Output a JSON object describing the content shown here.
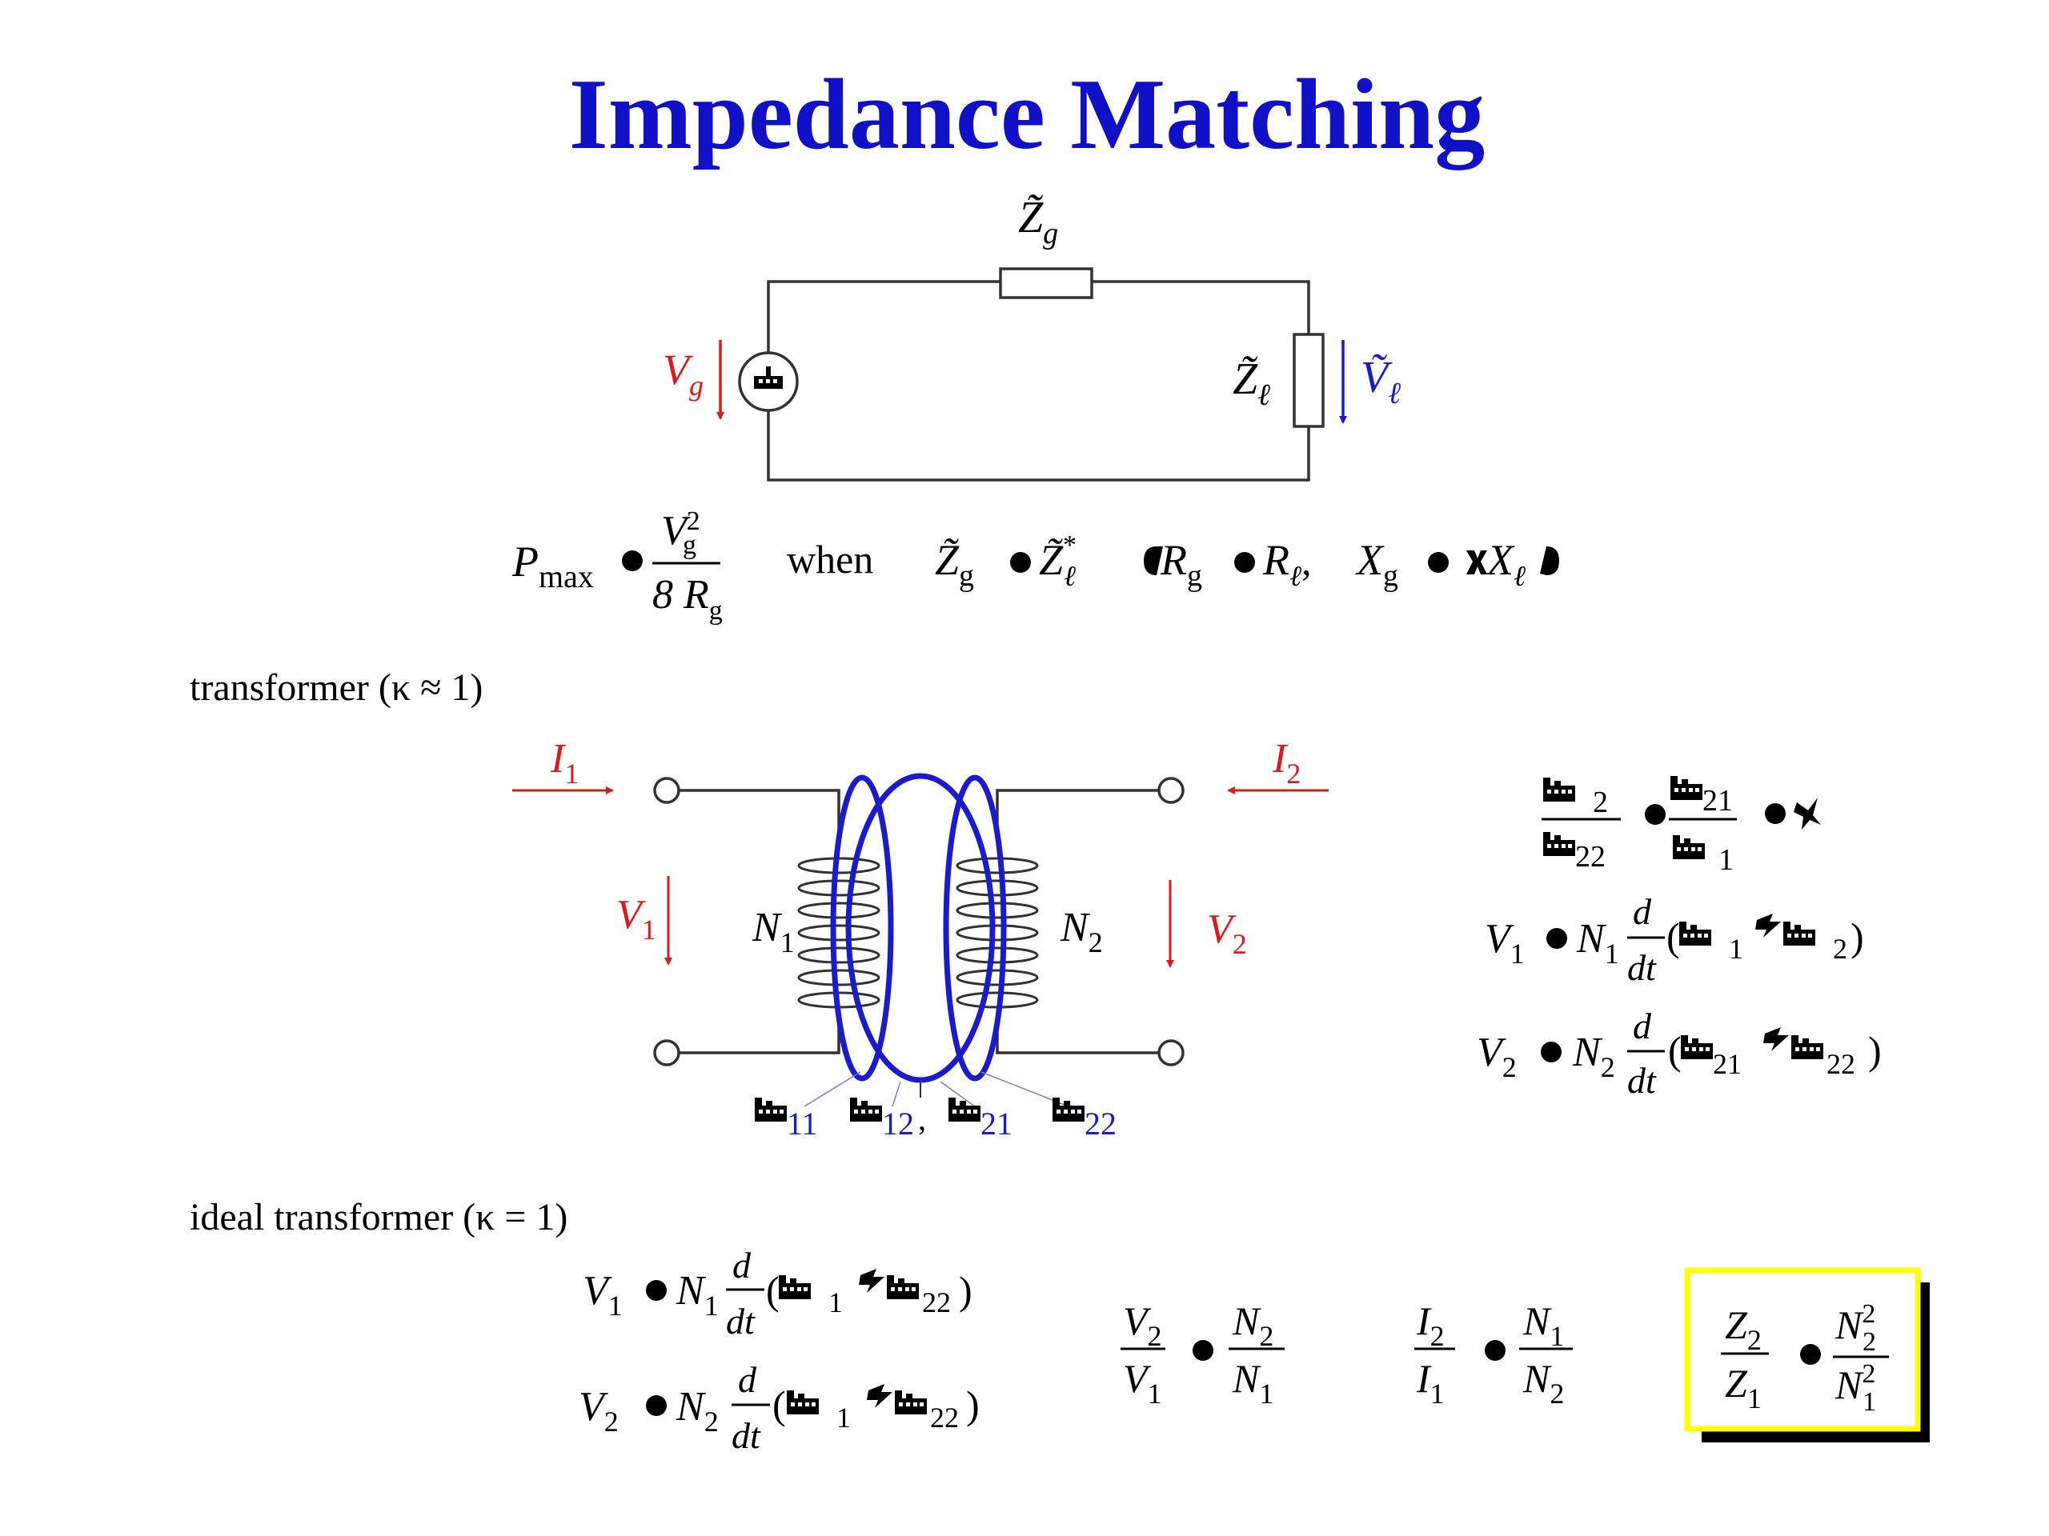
{
  "title": "Impedance Matching",
  "colors": {
    "title": "#1010c8",
    "red_labels": "#e01818",
    "blue_labels": "#1a1ad0",
    "highlight_box": "#ffff00"
  },
  "circuit": {
    "zg": "Z̃",
    "zg_sub": "g",
    "vg": "V",
    "vg_sub": "g",
    "zl": "Z̃",
    "zl_sub": "ℓ",
    "vl": "Ṽ",
    "vl_sub": "ℓ",
    "source_icon": "generator-icon"
  },
  "pmax": {
    "P": "P",
    "P_sub": "max",
    "num": "V",
    "num_sup": "2",
    "num_sub": "g",
    "den": "8 R",
    "den_sub": "g",
    "when": "when",
    "zg": "Z̃",
    "zg_sub": "g",
    "zl": "Z̃",
    "zl_sup": "*",
    "zl_sub": "ℓ",
    "Rg": "R",
    "Rg_sub": "g",
    "Rl": "R",
    "Rl_sub": "ℓ",
    "comma": ",",
    "Xg": "X",
    "Xg_sub": "g",
    "Xl": "X",
    "Xl_sub": "ℓ"
  },
  "transformer": {
    "heading": "transformer (κ ≈ 1)",
    "I1": "I",
    "I1_sub": "1",
    "I2": "I",
    "I2_sub": "2",
    "V1": "V",
    "V1_sub": "1",
    "V2": "V",
    "V2_sub": "2",
    "N1": "N",
    "N1_sub": "1",
    "N2": "N",
    "N2_sub": "2",
    "flux_labels": [
      "11",
      "12",
      "21",
      "22"
    ],
    "flux_comma": ",",
    "ratio": {
      "num1_sub": "2",
      "den1_sub": "22",
      "num2_sub": "21",
      "den2_sub": "1"
    },
    "eq1": {
      "lhs": "V",
      "lhs_sub": "1",
      "N": "N",
      "N_sub": "1",
      "d": "d",
      "dt": "dt",
      "phi1_sub": "1",
      "phi2_sub": "2"
    },
    "eq2": {
      "lhs": "V",
      "lhs_sub": "2",
      "N": "N",
      "N_sub": "2",
      "d": "d",
      "dt": "dt",
      "phi1_sub": "21",
      "phi2_sub": "22"
    }
  },
  "ideal": {
    "heading": "ideal transformer (κ = 1)",
    "eq1": {
      "lhs": "V",
      "lhs_sub": "1",
      "N": "N",
      "N_sub": "1",
      "d": "d",
      "dt": "dt",
      "phi1_sub": "1",
      "phi2_sub": "22"
    },
    "eq2": {
      "lhs": "V",
      "lhs_sub": "2",
      "N": "N",
      "N_sub": "2",
      "d": "d",
      "dt": "dt",
      "phi1_sub": "1",
      "phi2_sub": "22"
    },
    "vratio": {
      "num": "V",
      "num_sub": "2",
      "den": "V",
      "den_sub": "1",
      "rnum": "N",
      "rnum_sub": "2",
      "rden": "N",
      "rden_sub": "1"
    },
    "iratio": {
      "num": "I",
      "num_sub": "2",
      "den": "I",
      "den_sub": "1",
      "rnum": "N",
      "rnum_sub": "1",
      "rden": "N",
      "rden_sub": "2"
    },
    "zratio": {
      "num": "Z",
      "num_sub": "2",
      "den": "Z",
      "den_sub": "1",
      "rnum": "N",
      "rnum_sup": "2",
      "rnum_sub": "2",
      "rden": "N",
      "rden_sup": "2",
      "rden_sub": "1"
    }
  }
}
